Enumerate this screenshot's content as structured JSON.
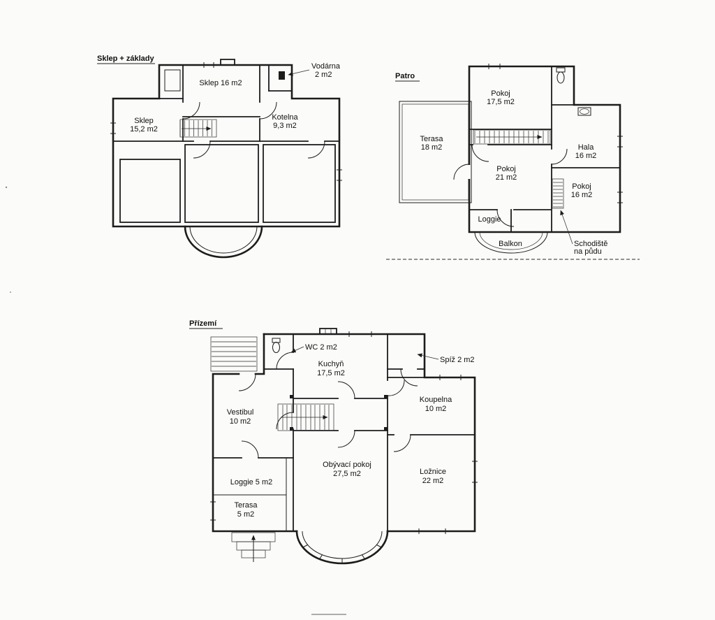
{
  "page": {
    "background": "#fbfbf9",
    "ink": "#1c1c1c"
  },
  "plans": {
    "basement": {
      "title": "Sklep + základy",
      "rooms": {
        "sklep_big": {
          "name": "Sklep 16 m2"
        },
        "vodarna": {
          "name": "Vodárna",
          "area": "2 m2"
        },
        "kotelna": {
          "name": "Kotelna",
          "area": "9,3 m2"
        },
        "sklep_small": {
          "name": "Sklep",
          "area": "15,2 m2"
        }
      }
    },
    "upper_floor": {
      "title": "Patro",
      "rooms": {
        "pokoj_175": {
          "name": "Pokoj",
          "area": "17,5 m2"
        },
        "terasa": {
          "name": "Terasa",
          "area": "18 m2"
        },
        "hala": {
          "name": "Hala",
          "area": "16 m2"
        },
        "pokoj_21": {
          "name": "Pokoj",
          "area": "21 m2"
        },
        "pokoj_16": {
          "name": "Pokoj",
          "area": "16 m2"
        },
        "loggie": {
          "name": "Loggie"
        },
        "balkon": {
          "name": "Balkon"
        },
        "schodiste": {
          "name": "Schodiště",
          "area": "na půdu"
        }
      }
    },
    "ground_floor": {
      "title": "Přízemí",
      "rooms": {
        "wc": {
          "name": "WC 2 m2"
        },
        "kuchyn": {
          "name": "Kuchyň",
          "area": "17,5 m2"
        },
        "spiz": {
          "name": "Spíž 2 m2"
        },
        "koupelna": {
          "name": "Koupelna",
          "area": "10 m2"
        },
        "vestibul": {
          "name": "Vestibul",
          "area": "10 m2"
        },
        "obyvaci_pokoj": {
          "name": "Obývací pokoj",
          "area": "27,5 m2"
        },
        "loznice": {
          "name": "Ložnice",
          "area": "22 m2"
        },
        "loggie": {
          "name": "Loggie 5 m2"
        },
        "terasa": {
          "name": "Terasa",
          "area": "5 m2"
        }
      }
    }
  }
}
